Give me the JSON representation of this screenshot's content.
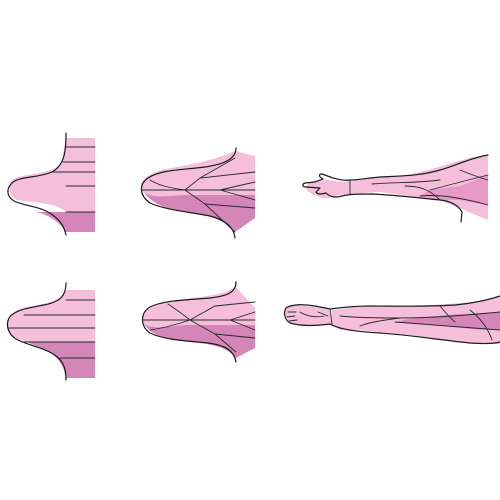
{
  "colors": {
    "background": "#ffffff",
    "light_pink": "#f5bfdc",
    "medium_pink": "#e79ac8",
    "dark_pink": "#d486b8",
    "outline": "#1a1a1a"
  },
  "rows": [
    {
      "row": "upper",
      "panels": [
        {
          "view": "stump-profile",
          "bands": 5
        },
        {
          "view": "limb-fan",
          "bands": 6
        },
        {
          "view": "full-arm",
          "bands": 4
        }
      ]
    },
    {
      "row": "lower",
      "panels": [
        {
          "view": "stump-profile",
          "bands": 6
        },
        {
          "view": "limb-fan",
          "bands": 6
        },
        {
          "view": "full-leg",
          "bands": 4
        }
      ]
    }
  ]
}
